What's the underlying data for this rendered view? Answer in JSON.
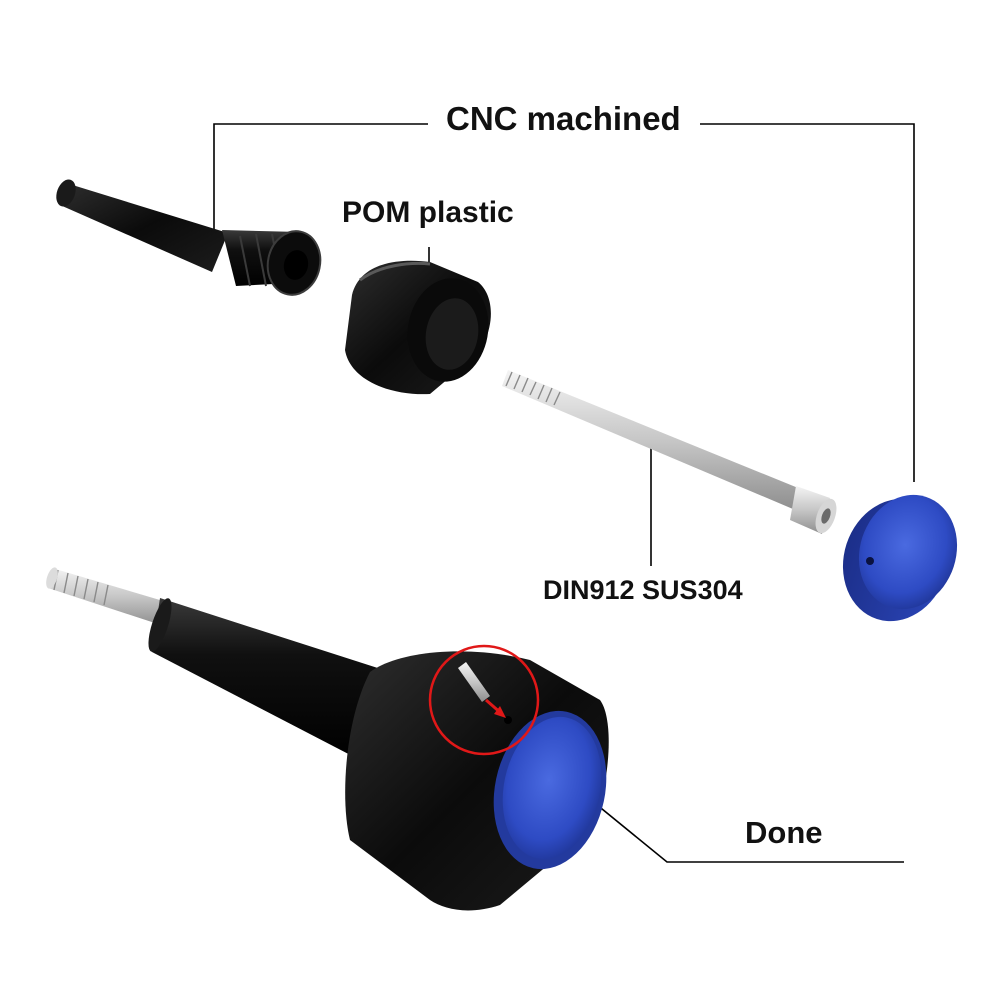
{
  "labels": {
    "cnc": "CNC machined",
    "pom": "POM plastic",
    "bolt": "DIN912 SUS304",
    "done": "Done"
  },
  "colors": {
    "background": "#ffffff",
    "anodized_black": "#0d0d0d",
    "cap_blue": "#2f4fc8",
    "steel": "#cfcfcf",
    "callout_line": "#000000",
    "highlight_circle": "#e01818",
    "arrow": "#e01818"
  }
}
